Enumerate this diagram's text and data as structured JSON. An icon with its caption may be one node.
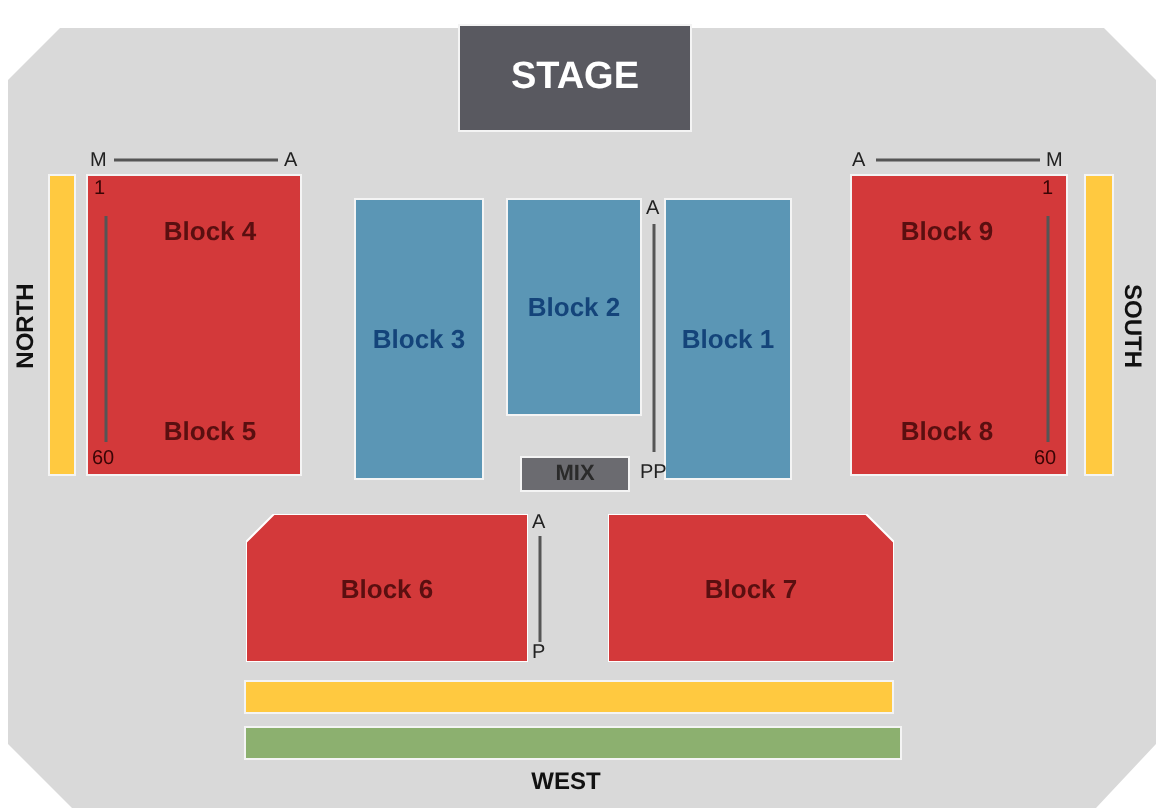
{
  "diagram": {
    "nodes": [
      {
        "text": [
          "STAGE"
        ]
      },
      {
        "text": [],
        "shape": "bar"
      },
      {
        "text": [
          "Block 4",
          "Block 5"
        ]
      },
      {
        "text": [
          "Block 3"
        ]
      },
      {
        "text": [
          "Block 2"
        ]
      },
      {
        "text": [
          "Block 1"
        ]
      },
      {
        "text": [
          "Block 9",
          "Block 8"
        ]
      },
      {
        "text": [],
        "shape": "bar"
      },
      {
        "text": [
          "MIX"
        ]
      },
      {
        "text": [
          "Block 6"
        ]
      },
      {
        "text": [
          "Block 7"
        ]
      },
      {
        "text": [],
        "shape": "bar"
      },
      {
        "text": [],
        "shape": "bar"
      }
    ],
    "edges": [],
    "labels": [
      "M",
      "A",
      "A",
      "M",
      "1",
      "1",
      "A",
      "NORTH",
      "SOUTH",
      "60",
      "60",
      "PP",
      "A",
      "P",
      "WEST"
    ]
  }
}
